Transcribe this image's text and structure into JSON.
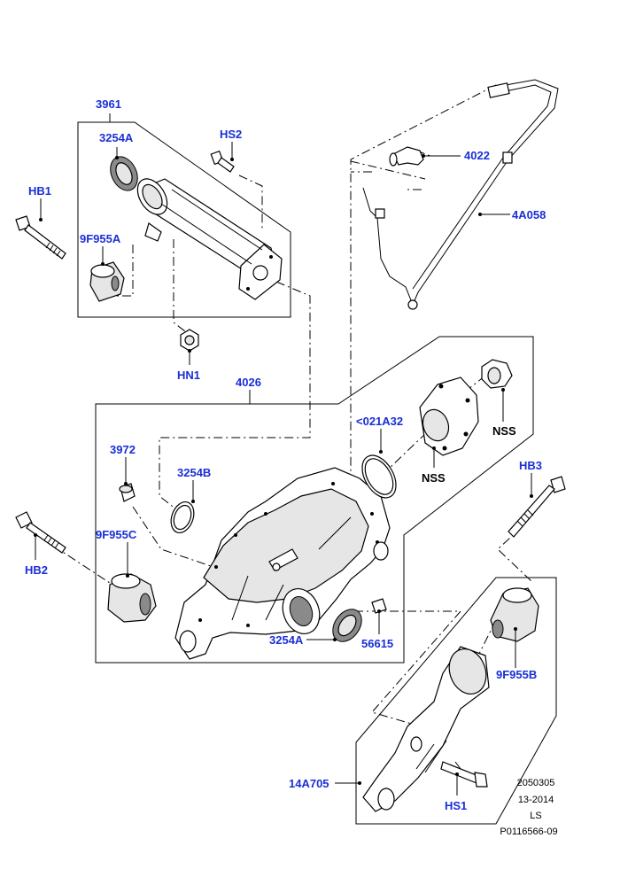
{
  "callouts": {
    "c3961": "3961",
    "c3254A_top": "3254A",
    "cHS2": "HS2",
    "cHB1": "HB1",
    "c9F955A": "9F955A",
    "cHN1": "HN1",
    "c4022": "4022",
    "c4A058": "4A058",
    "c4026": "4026",
    "c021A32": "<021A32",
    "cNSS1": "NSS",
    "cNSS2": "NSS",
    "c3972": "3972",
    "c3254B": "3254B",
    "cHB2": "HB2",
    "c9F955C": "9F955C",
    "c3254A_bottom": "3254A",
    "c56615": "56615",
    "cHB3": "HB3",
    "c9F955B": "9F955B",
    "c14A705": "14A705",
    "cHS1": "HS1"
  },
  "reference": {
    "line1": "2050305",
    "line2": "13-2014",
    "line3": "LS",
    "line4": "P0116566-09"
  },
  "colors": {
    "callout_blue": "#1a2fd6",
    "callout_black": "#000000",
    "line": "#000000"
  }
}
